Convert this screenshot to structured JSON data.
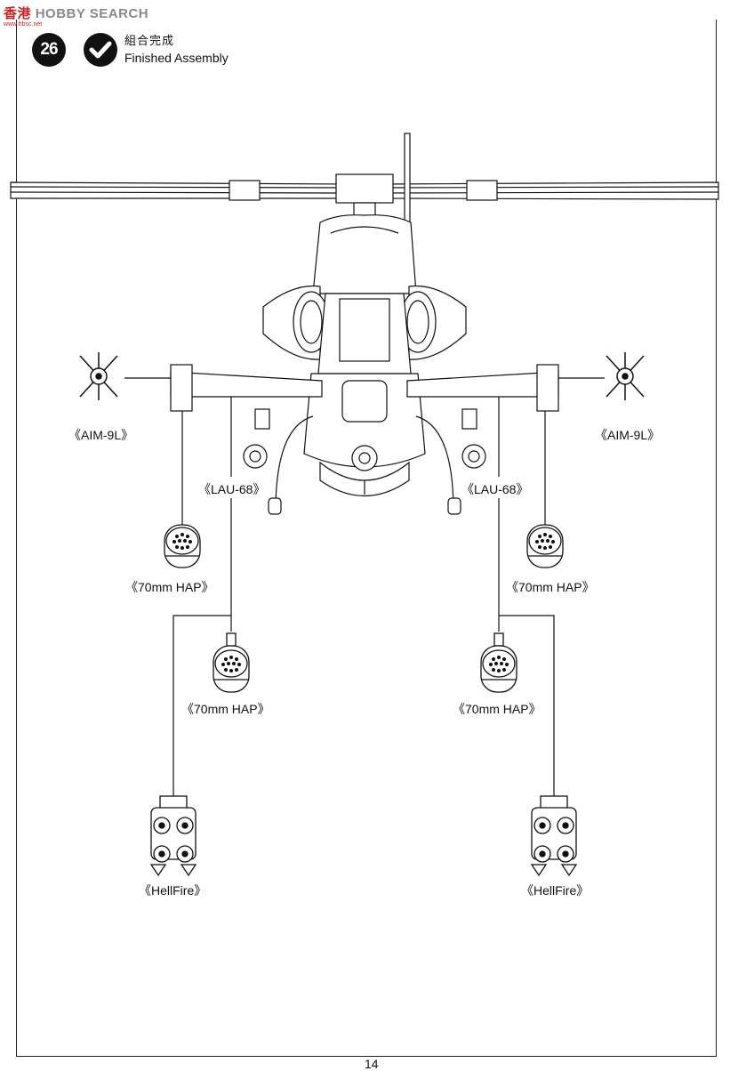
{
  "watermark": {
    "cn": "香港",
    "latin": "HOBBY SEARCH",
    "url": "www.hbsc.net"
  },
  "step": {
    "number": "26",
    "title_cn": "組合完成",
    "title_en": "Finished Assembly"
  },
  "callouts": {
    "aim_left": "《AIM-9L》",
    "aim_right": "《AIM-9L》",
    "lau_left": "《LAU-68》",
    "lau_right": "《LAU-68》",
    "hap_left_upper": "《70mm HAP》",
    "hap_right_upper": "《70mm HAP》",
    "hap_left_lower": "《70mm HAP》",
    "hap_right_lower": "《70mm HAP》",
    "hellfire_left": "《HellFire》",
    "hellfire_right": "《HellFire》"
  },
  "page_number": "14"
}
